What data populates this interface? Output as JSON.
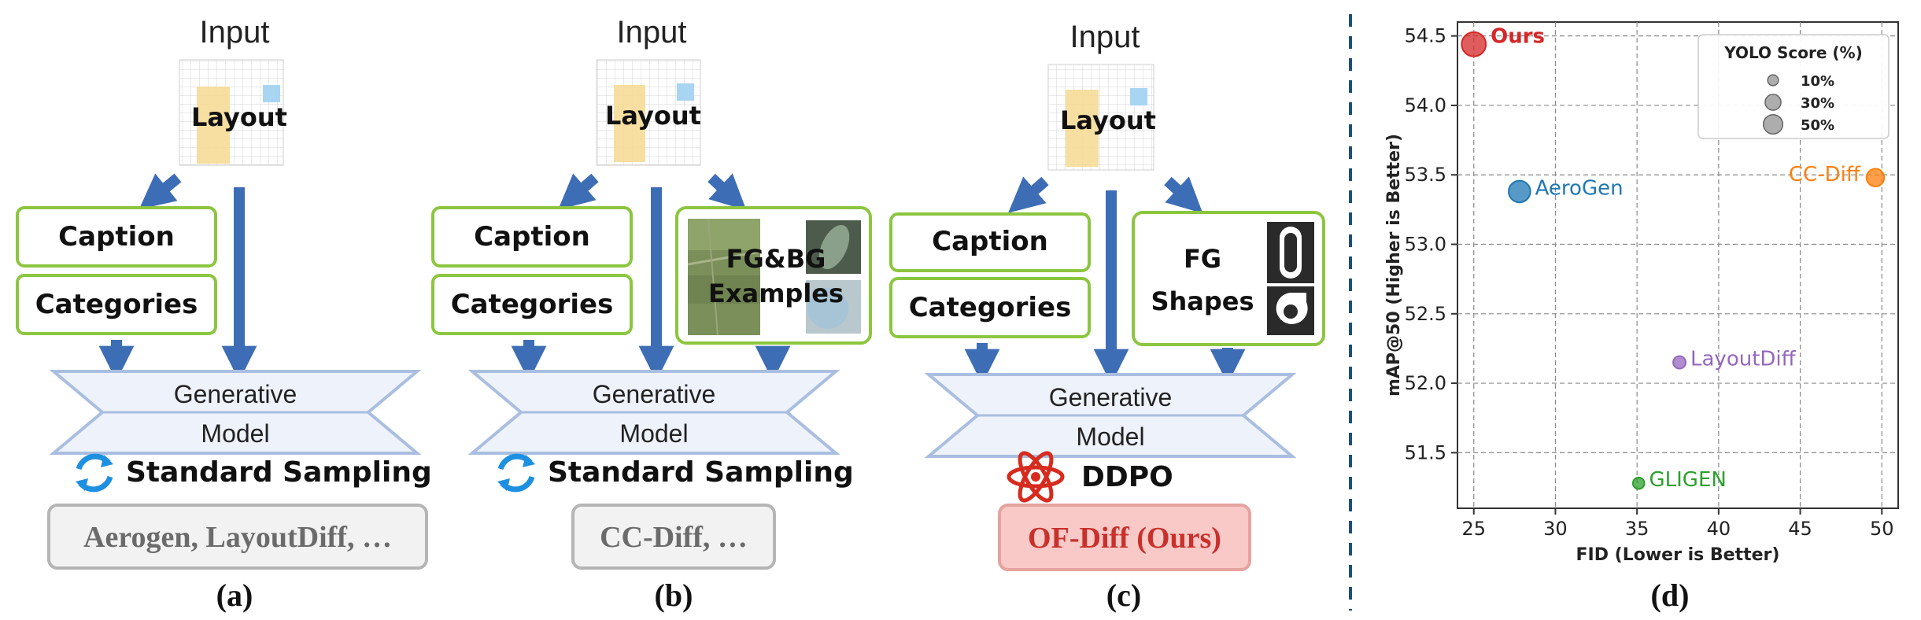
{
  "panel_a": {
    "input_label": "Input",
    "layout_label": "Layout",
    "caption_label": "Caption",
    "categories_label": "Categories",
    "model_line1": "Generative",
    "model_line2": "Model",
    "sampling_label": "Standard Sampling",
    "methods_label": "Aerogen, LayoutDiff, …",
    "panel_label": "(a)"
  },
  "panel_b": {
    "input_label": "Input",
    "layout_label": "Layout",
    "caption_label": "Caption",
    "categories_label": "Categories",
    "examples_line1": "FG&BG",
    "examples_line2": "Examples",
    "model_line1": "Generative",
    "model_line2": "Model",
    "sampling_label": "Standard Sampling",
    "methods_label": "CC-Diff, …",
    "panel_label": "(b)"
  },
  "panel_c": {
    "input_label": "Input",
    "layout_label": "Layout",
    "caption_label": "Caption",
    "categories_label": "Categories",
    "shapes_line1": "FG",
    "shapes_line2": "Shapes",
    "model_line1": "Generative",
    "model_line2": "Model",
    "sampling_label": "DDPO",
    "methods_label": "OF-Diff (Ours)",
    "panel_label": "(c)"
  },
  "panel_d": {
    "panel_label": "(d)"
  },
  "colors": {
    "box_border": "#8cc63f",
    "arrow_blue": "#3d6db5",
    "model_fill": "#eef2fa",
    "model_stroke": "#a9bee0",
    "layout_yellow": "#f6dc98",
    "layout_blue": "#a8d5f2",
    "method_gray_fill": "#f2f2f2",
    "method_gray_text": "#6b6b6b",
    "ours_fill": "#f8c9c6",
    "ours_text": "#c9302c",
    "divider": "#1f4e79"
  },
  "chart_data": {
    "type": "scatter",
    "xlabel": "FID (Lower is Better)",
    "ylabel": "mAP@50 (Higher is Better)",
    "xlim": [
      24,
      51
    ],
    "ylim": [
      51.1,
      54.6
    ],
    "xticks": [
      "25",
      "30",
      "35",
      "40",
      "45",
      "50"
    ],
    "yticks": [
      "51.5",
      "52.0",
      "52.5",
      "53.0",
      "53.5",
      "54.0",
      "54.5"
    ],
    "grid": true,
    "legend": {
      "title": "YOLO Score (%)",
      "placement": "top-right",
      "entries": [
        {
          "label": "10%",
          "size_value": 10
        },
        {
          "label": "30%",
          "size_value": 30
        },
        {
          "label": "50%",
          "size_value": 50
        }
      ]
    },
    "points": [
      {
        "name": "Ours",
        "x": 25.0,
        "y": 54.44,
        "yolo": 50,
        "color": "#d62728",
        "bold": true
      },
      {
        "name": "AeroGen",
        "x": 27.8,
        "y": 53.38,
        "yolo": 38,
        "color": "#1f77b4",
        "bold": false
      },
      {
        "name": "CC-Diff",
        "x": 49.6,
        "y": 53.48,
        "yolo": 22,
        "color": "#ff7f0e",
        "bold": false
      },
      {
        "name": "LayoutDiff",
        "x": 37.6,
        "y": 52.15,
        "yolo": 8,
        "color": "#9467bd",
        "bold": false
      },
      {
        "name": "GLIGEN",
        "x": 35.1,
        "y": 51.28,
        "yolo": 6,
        "color": "#2ca02c",
        "bold": false
      }
    ]
  }
}
